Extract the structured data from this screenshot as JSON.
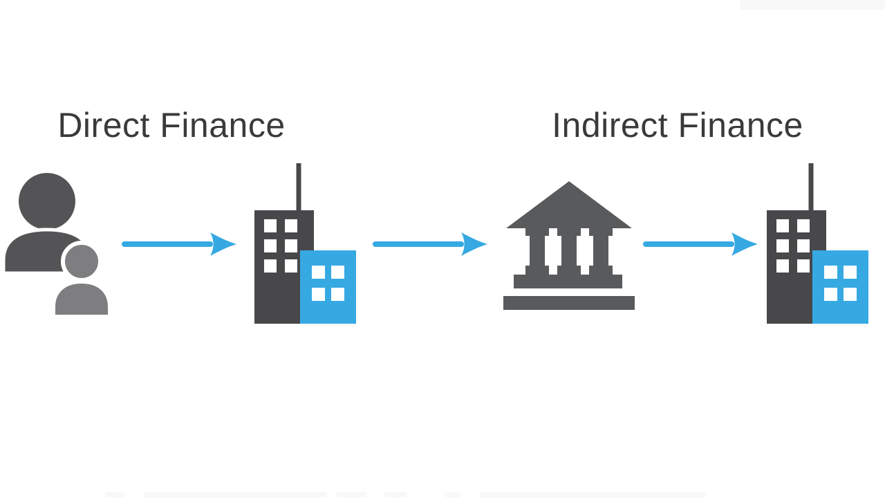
{
  "diagram": {
    "left_section_label": "Direct Finance",
    "right_section_label": "Indirect Finance",
    "flow_nodes": [
      "lenders-savers-people-icon",
      "firm-buildings-icon",
      "bank-intermediary-icon",
      "firm-buildings-icon"
    ],
    "arrow_count": 3,
    "arrow_direction": "right"
  },
  "colors": {
    "background": "#ffffff",
    "text_dark": "#3a3a3c",
    "accent_blue": "#36a9e2",
    "building_gray": "#48484b",
    "bank_gray": "#595a5c",
    "person_gray_dark": "#545456",
    "person_gray_light": "#7e7e80",
    "window_white": "#ffffff",
    "artifact_light_gray": "#f8f8f8"
  }
}
